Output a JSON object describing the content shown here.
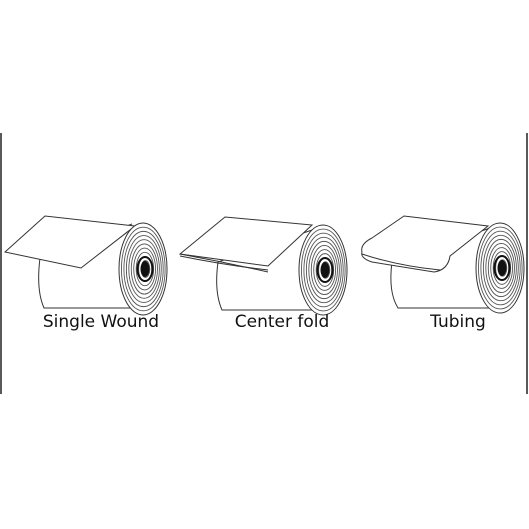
{
  "rolls": [
    {
      "label": "Single Wound",
      "type": "single-wound"
    },
    {
      "label": "Center fold",
      "type": "center-fold"
    },
    {
      "label": "Tubing",
      "type": "tubing"
    }
  ]
}
